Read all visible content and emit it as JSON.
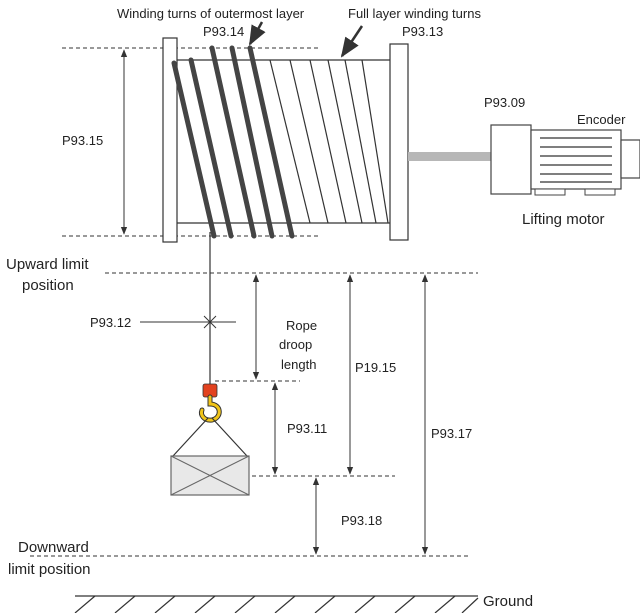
{
  "labels": {
    "winding_outer": "Winding turns of outermost layer",
    "full_layer": "Full layer winding turns",
    "p93_14": "P93.14",
    "p93_13": "P93.13",
    "p93_09": "P93.09",
    "encoder": "Encoder",
    "p93_15": "P93.15",
    "lifting_motor": "Lifting motor",
    "upward_limit_1": "Upward limit",
    "upward_limit_2": "position",
    "p93_12": "P93.12",
    "rope_1": "Rope",
    "rope_2": "droop",
    "rope_3": "length",
    "p19_15": "P19.15",
    "p93_11": "P93.11",
    "p93_17": "P93.17",
    "p93_18": "P93.18",
    "downward_1": "Downward",
    "downward_2": "limit position",
    "ground": "Ground"
  },
  "colors": {
    "hook_red": "#e2421f",
    "hook_yellow": "#f0c419",
    "box_fill": "#e8e8e8",
    "shaft_gray": "#b7b7b7"
  }
}
